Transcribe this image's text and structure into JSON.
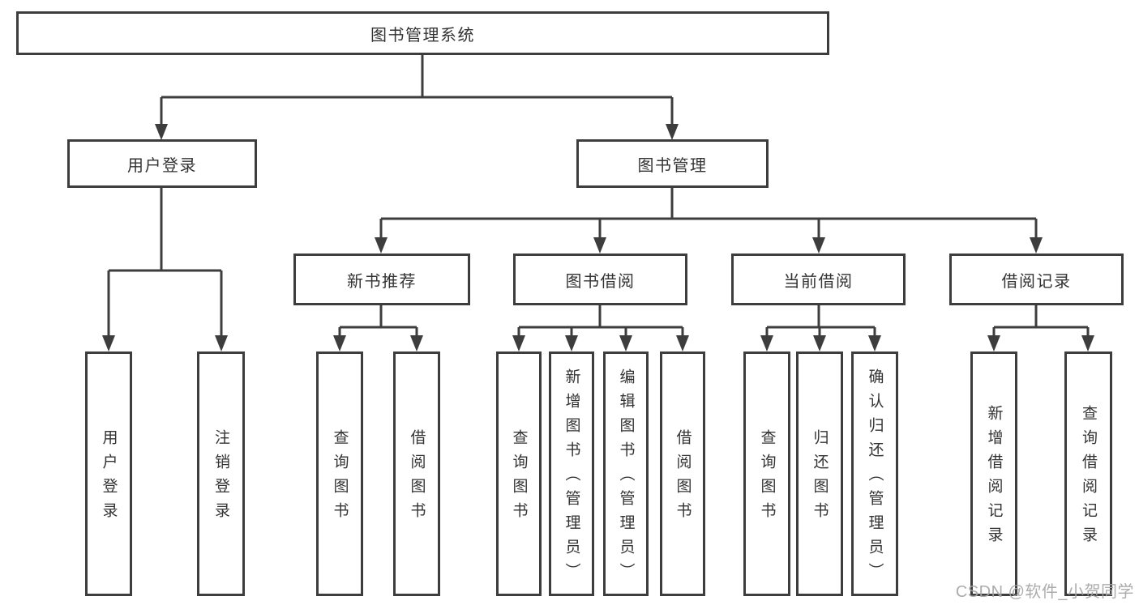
{
  "diagram": {
    "root": "图书管理系统",
    "branches": [
      {
        "label": "用户登录",
        "children": [
          "用户登录",
          "注销登录"
        ]
      },
      {
        "label": "图书管理",
        "groups": [
          {
            "label": "新书推荐",
            "children": [
              "查询图书",
              "借阅图书"
            ]
          },
          {
            "label": "图书借阅",
            "children": [
              "查询图书",
              "新增图书（管理员）",
              "编辑图书（管理员）",
              "借阅图书"
            ]
          },
          {
            "label": "当前借阅",
            "children": [
              "查询图书",
              "归还图书",
              "确认归还（管理员）"
            ]
          },
          {
            "label": "借阅记录",
            "children": [
              "新增借阅记录",
              "查询借阅记录"
            ]
          }
        ]
      }
    ]
  },
  "watermark": "CSDN @软件_小贺同学",
  "colors": {
    "line": "#3d3d3d",
    "text": "#333333",
    "watermark": "#a6a6a6",
    "background": "#ffffff"
  }
}
